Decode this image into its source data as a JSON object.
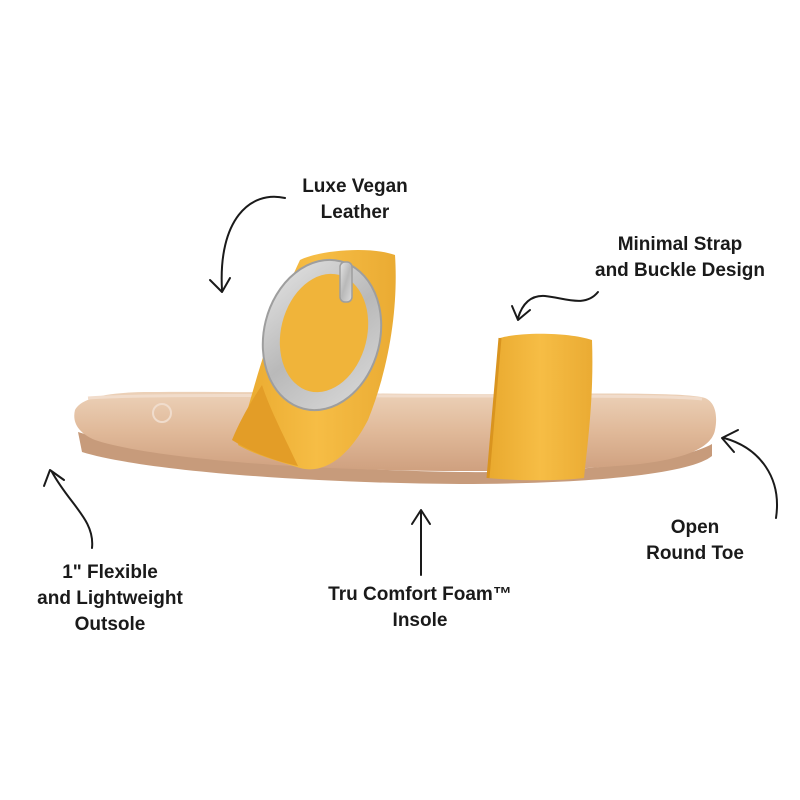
{
  "callouts": {
    "leather": {
      "line1": "Luxe Vegan",
      "line2": "Leather"
    },
    "strap": {
      "line1": "Minimal Strap",
      "line2": "and Buckle Design"
    },
    "outsole": {
      "line1": "1\" Flexible",
      "line2": "and Lightweight",
      "line3": "Outsole"
    },
    "insole": {
      "line1": "Tru Comfort Foam™",
      "line2": "Insole"
    },
    "toe": {
      "line1": "Open",
      "line2": "Round Toe"
    }
  },
  "colors": {
    "strap": "#f0b43a",
    "footbed": "#e3bfa0",
    "sole": "#cfa283",
    "buckle": "#c8c8c8",
    "text": "#1a1a1a"
  },
  "icons": [
    "curved-arrow-icon",
    "straight-arrow-icon"
  ]
}
